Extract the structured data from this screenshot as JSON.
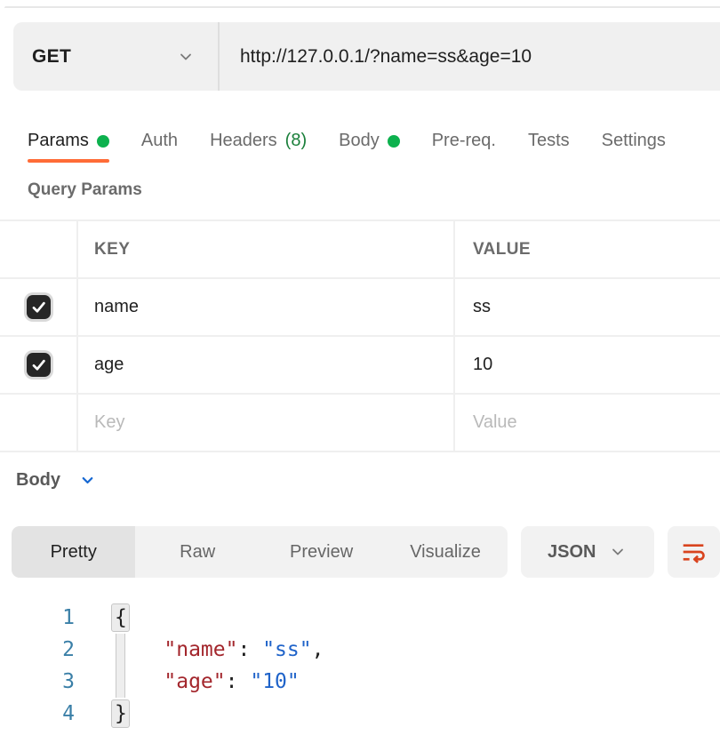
{
  "request": {
    "method": "GET",
    "url": "http://127.0.0.1/?name=ss&age=10"
  },
  "tabs": [
    {
      "label": "Params",
      "active": true,
      "dot": true
    },
    {
      "label": "Auth"
    },
    {
      "label": "Headers",
      "count": "(8)"
    },
    {
      "label": "Body",
      "dot": true
    },
    {
      "label": "Pre-req."
    },
    {
      "label": "Tests"
    },
    {
      "label": "Settings"
    }
  ],
  "query_params": {
    "section_title": "Query Params",
    "columns": {
      "key": "KEY",
      "value": "VALUE"
    },
    "rows": [
      {
        "key": "name",
        "value": "ss",
        "checked": true
      },
      {
        "key": "age",
        "value": "10",
        "checked": true
      }
    ],
    "placeholder_row": {
      "key_placeholder": "Key",
      "value_placeholder": "Value"
    }
  },
  "response": {
    "section_label": "Body",
    "view_tabs": [
      {
        "label": "Pretty",
        "active": true
      },
      {
        "label": "Raw"
      },
      {
        "label": "Preview"
      },
      {
        "label": "Visualize"
      }
    ],
    "format_selector": "JSON",
    "body_lines": [
      {
        "num": "1",
        "fold": "open",
        "tokens": [
          {
            "t": "plain",
            "v": "{"
          }
        ]
      },
      {
        "num": "2",
        "indent": true,
        "tokens": [
          {
            "t": "plain",
            "v": "    "
          },
          {
            "t": "key",
            "v": "\"name\""
          },
          {
            "t": "plain",
            "v": ": "
          },
          {
            "t": "str",
            "v": "\"ss\""
          },
          {
            "t": "plain",
            "v": ","
          }
        ]
      },
      {
        "num": "3",
        "indent": true,
        "tokens": [
          {
            "t": "plain",
            "v": "    "
          },
          {
            "t": "key",
            "v": "\"age\""
          },
          {
            "t": "plain",
            "v": ": "
          },
          {
            "t": "str",
            "v": "\"10\""
          }
        ]
      },
      {
        "num": "4",
        "fold": "close",
        "tokens": [
          {
            "t": "plain",
            "v": "}"
          }
        ]
      }
    ]
  },
  "icons": {
    "method_chevron": "chevron-down",
    "body_toggle_chevron": "chevron-down",
    "format_chevron": "chevron-down",
    "checkbox_check": "checkmark",
    "wrap_button_icon": "wrap-lines"
  },
  "colors": {
    "accent_orange": "#ff6c37",
    "wrap_icon_orange": "#d9441f",
    "status_green_dot": "#0db14e",
    "count_green": "#1a7f3a",
    "link_blue": "#1567d2",
    "code_line_number": "#3a7fa7",
    "code_key_red": "#a3262c",
    "code_string_blue": "#1f63c9",
    "panel_gray": "#f0f0f0"
  }
}
